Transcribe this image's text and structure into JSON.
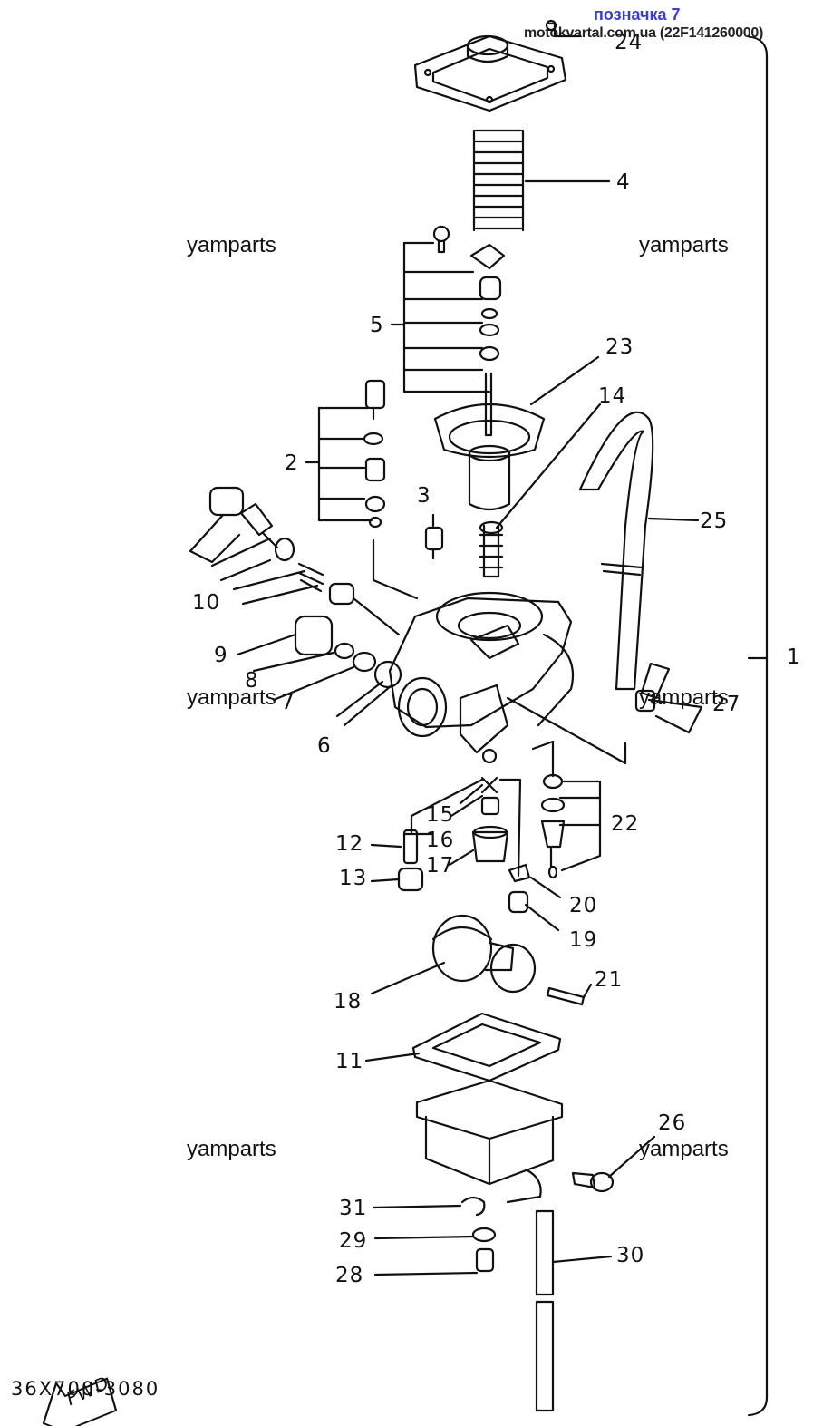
{
  "header": {
    "badge": "позначка 7",
    "source": "motokvartal.com.ua (22F141260000)"
  },
  "watermarks": [
    "yamparts",
    "yamparts",
    "yamparts",
    "yamparts",
    "yamparts",
    "yamparts"
  ],
  "callouts": [
    "24",
    "4",
    "5",
    "23",
    "14",
    "2",
    "3",
    "25",
    "10",
    "9",
    "8",
    "7",
    "6",
    "1",
    "27",
    "15",
    "16",
    "12",
    "17",
    "13",
    "22",
    "20",
    "19",
    "18",
    "21",
    "11",
    "26",
    "31",
    "29",
    "30",
    "28"
  ],
  "fwd_label": "FWD",
  "catalog_code": "36X700-3080"
}
